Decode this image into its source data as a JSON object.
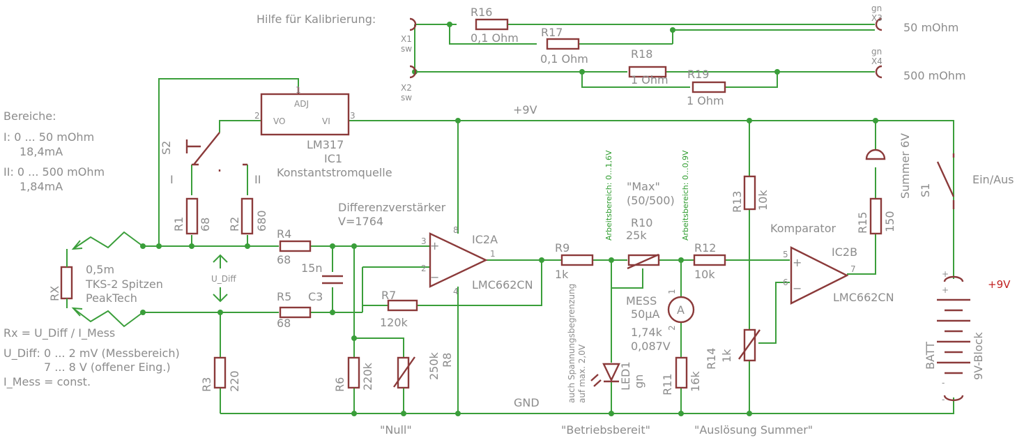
{
  "calibration": {
    "help_label": "Hilfe für Kalibrierung:",
    "r16": {
      "name": "R16",
      "value": "0,1 Ohm"
    },
    "r17": {
      "name": "R17",
      "value": "0,1 Ohm"
    },
    "r18": {
      "name": "R18",
      "value": "1 Ohm"
    },
    "r19": {
      "name": "R19",
      "value": "1 Ohm"
    },
    "x1": {
      "name": "X1",
      "sub": "sw"
    },
    "x2": {
      "name": "X2",
      "sub": "sw"
    },
    "x3": {
      "name": "X3",
      "sub": "gn",
      "label": "50 mOhm"
    },
    "x4": {
      "name": "X4",
      "sub": "gn",
      "label": "500 mOhm"
    }
  },
  "ranges": {
    "title": "Bereiche:",
    "range1_a": "I:  0 ... 50 mOhm",
    "range1_b": "18,4mA",
    "range2_a": "II: 0 ... 500 mOhm",
    "range2_b": "1,84mA"
  },
  "notes": {
    "rx_formula": "Rx = U_Diff / I_Mess",
    "udiff_a": "U_Diff: 0 ... 2 mV (Messbereich)",
    "udiff_b": "7 ... 8 V (offener Eing.)",
    "imess": "I_Mess = const."
  },
  "probe": {
    "line1": "0,5m",
    "line2": "TKS-2 Spitzen",
    "line3": "PeakTech",
    "rx": "RX",
    "udiff": "U_Diff"
  },
  "ic1": {
    "adj": "ADJ",
    "vo": "VO",
    "vi": "VI",
    "pin1": "1",
    "pin2": "2",
    "pin3": "3",
    "name": "LM317",
    "ref": "IC1",
    "desc": "Konstantstromquelle"
  },
  "s2": {
    "name": "S2",
    "pos1": "I",
    "pos2": "II"
  },
  "r1": {
    "name": "R1",
    "value": "68"
  },
  "r2": {
    "name": "R2",
    "value": "680"
  },
  "r3": {
    "name": "R3",
    "value": "220"
  },
  "r4": {
    "name": "R4",
    "value": "68"
  },
  "r5": {
    "name": "R5",
    "value": "68"
  },
  "r6": {
    "name": "R6",
    "value": "220k"
  },
  "r7": {
    "name": "R7",
    "value": "120k"
  },
  "r8": {
    "name": "R8",
    "value": "250k"
  },
  "r9": {
    "name": "R9",
    "value": "1k"
  },
  "r10": {
    "name": "R10",
    "value": "25k",
    "caption1": "\"Max\"",
    "caption2": "(50/500)"
  },
  "r11": {
    "name": "R11",
    "value": "16k"
  },
  "r12": {
    "name": "R12",
    "value": "10k"
  },
  "r13": {
    "name": "R13",
    "value": "10k"
  },
  "r14": {
    "name": "R14",
    "value": "1k"
  },
  "r15": {
    "name": "R15",
    "value": "150"
  },
  "c3": {
    "name": "C3",
    "value": "15n"
  },
  "ic2a": {
    "name": "IC2A",
    "part": "LMC662CN",
    "pin1": "1",
    "pin2": "2",
    "pin3": "3",
    "pin4": "4",
    "pin8": "8",
    "plus": "+",
    "minus": "−"
  },
  "ic2b": {
    "name": "IC2B",
    "part": "LMC662CN",
    "pin5": "5",
    "pin6": "6",
    "pin7": "7",
    "plus": "+",
    "minus": "−"
  },
  "diffamp": {
    "title": "Differenzverstärker",
    "gain": "V=1764"
  },
  "comparator": {
    "title": "Komparator"
  },
  "meter": {
    "ref": "MESS",
    "range": "50µA",
    "res": "1,74k",
    "volt": "0,087V",
    "symbol": "A",
    "pin1": "1",
    "pin2": "2"
  },
  "led": {
    "name": "LED1",
    "color": "gn",
    "note1": "auch Spannungsbegrenzung",
    "note2": "auf max. 2,0V"
  },
  "ranges_green": {
    "a": "Arbeitsbereich: 0...1,6V",
    "b": "Arbeitsbereich: 0...0,9V"
  },
  "supply": {
    "plus9": "+9V",
    "gnd": "GND",
    "batt": "BATT",
    "batt_type": "9V-Block",
    "batt_plus_label": "+9V",
    "plus": "+",
    "minus": "-"
  },
  "s1": {
    "name": "S1",
    "label": "Ein/Aus"
  },
  "buzzer": {
    "label": "Summer 6V"
  },
  "captions": {
    "null": "\"Null\"",
    "ready": "\"Betriebsbereit\"",
    "trigger": "\"Auslösung Summer\""
  },
  "colors": {
    "wire": "#3a9e3a",
    "component": "#8b3a3a",
    "text": "#8c8c8c",
    "label_green": "#2e9c2e",
    "background": "#ffffff"
  }
}
